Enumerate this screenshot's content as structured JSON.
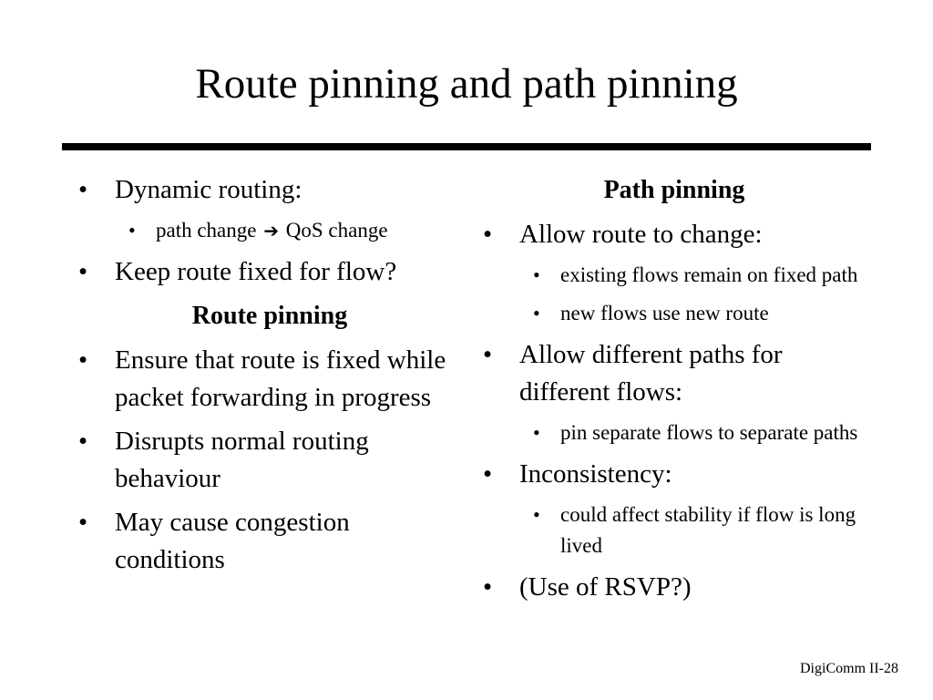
{
  "slide": {
    "title": "Route pinning and path pinning",
    "footer": "DigiComm II-28"
  },
  "left": {
    "b1": "Dynamic routing:",
    "b1_sub_before": "path change",
    "b1_sub_arrow": "➔",
    "b1_sub_after": "QoS change",
    "b2": "Keep route fixed for flow?",
    "heading": "Route pinning",
    "b3": "Ensure that route is fixed while packet forwarding in progress",
    "b4": "Disrupts normal routing behaviour",
    "b5": "May cause congestion conditions"
  },
  "right": {
    "heading": "Path pinning",
    "b1": "Allow route to change:",
    "b1_sub1": "existing flows remain on fixed path",
    "b1_sub2": "new flows use new route",
    "b2": "Allow different paths for different flows:",
    "b2_sub1": "pin separate flows to separate paths",
    "b3": "Inconsistency:",
    "b3_sub1": "could affect stability if flow is long lived",
    "b4": "(Use of RSVP?)"
  },
  "bullet_char": "•"
}
